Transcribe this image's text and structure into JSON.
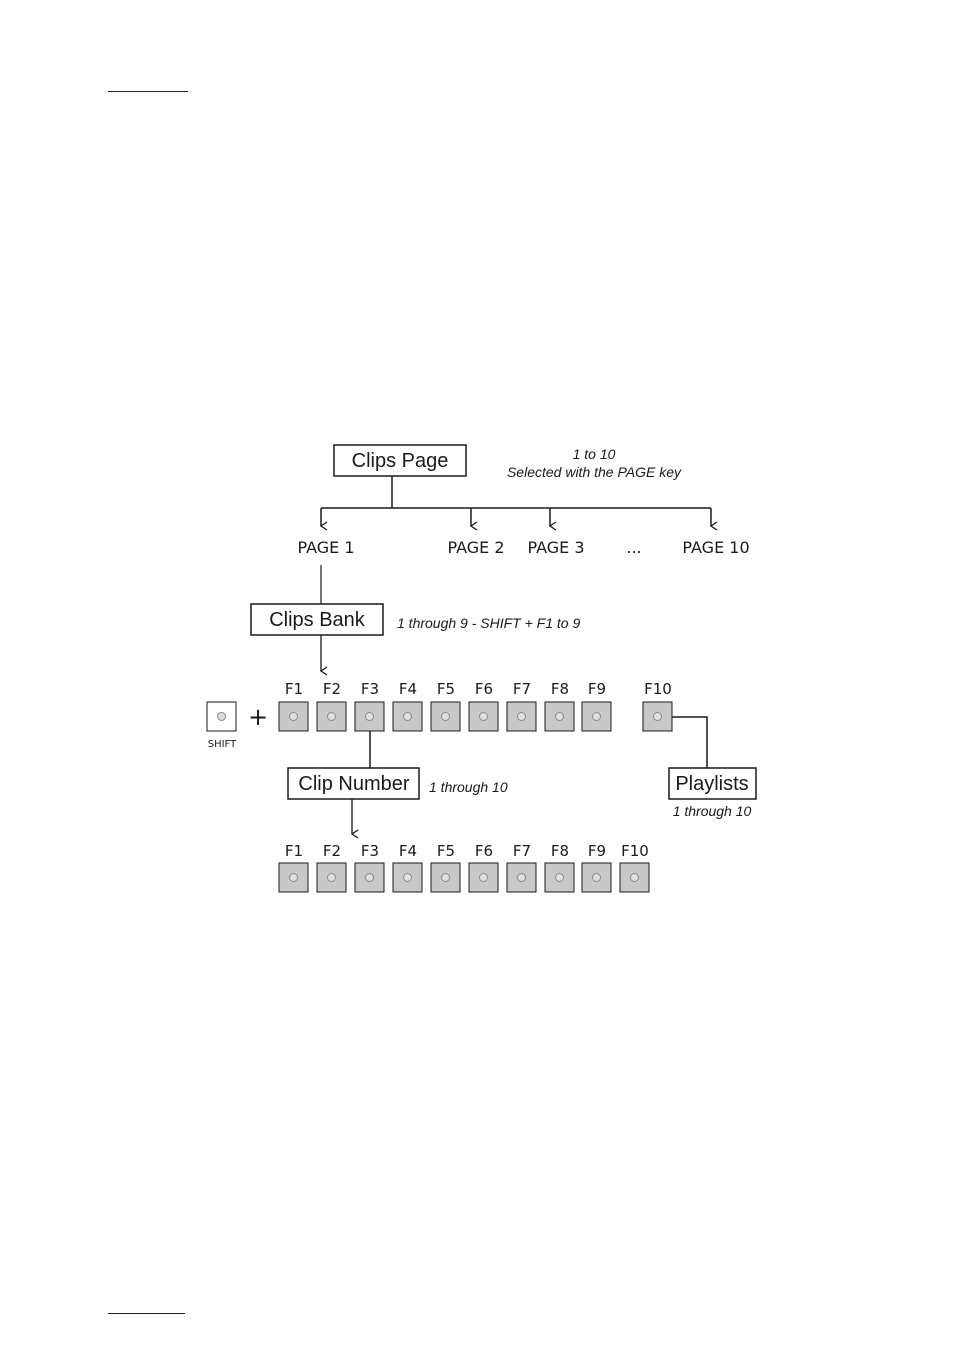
{
  "diagram": {
    "clips_page": {
      "label": "Clips Page",
      "note_line1": "1 to 10",
      "note_line2": "Selected with the PAGE key"
    },
    "pages": [
      "PAGE 1",
      "PAGE 2",
      "PAGE 3",
      "...",
      "PAGE 10"
    ],
    "clips_bank": {
      "label": "Clips Bank",
      "note": "1 through 9 - SHIFT + F1 to 9"
    },
    "shift_key": {
      "label": "SHIFT",
      "plus": "+"
    },
    "bank_keys": [
      "F1",
      "F2",
      "F3",
      "F4",
      "F5",
      "F6",
      "F7",
      "F8",
      "F9",
      "F10"
    ],
    "clip_number": {
      "label": "Clip Number",
      "note": "1 through 10"
    },
    "playlists": {
      "label": "Playlists",
      "note": "1 through 10"
    },
    "clip_keys": [
      "F1",
      "F2",
      "F3",
      "F4",
      "F5",
      "F6",
      "F7",
      "F8",
      "F9",
      "F10"
    ]
  }
}
